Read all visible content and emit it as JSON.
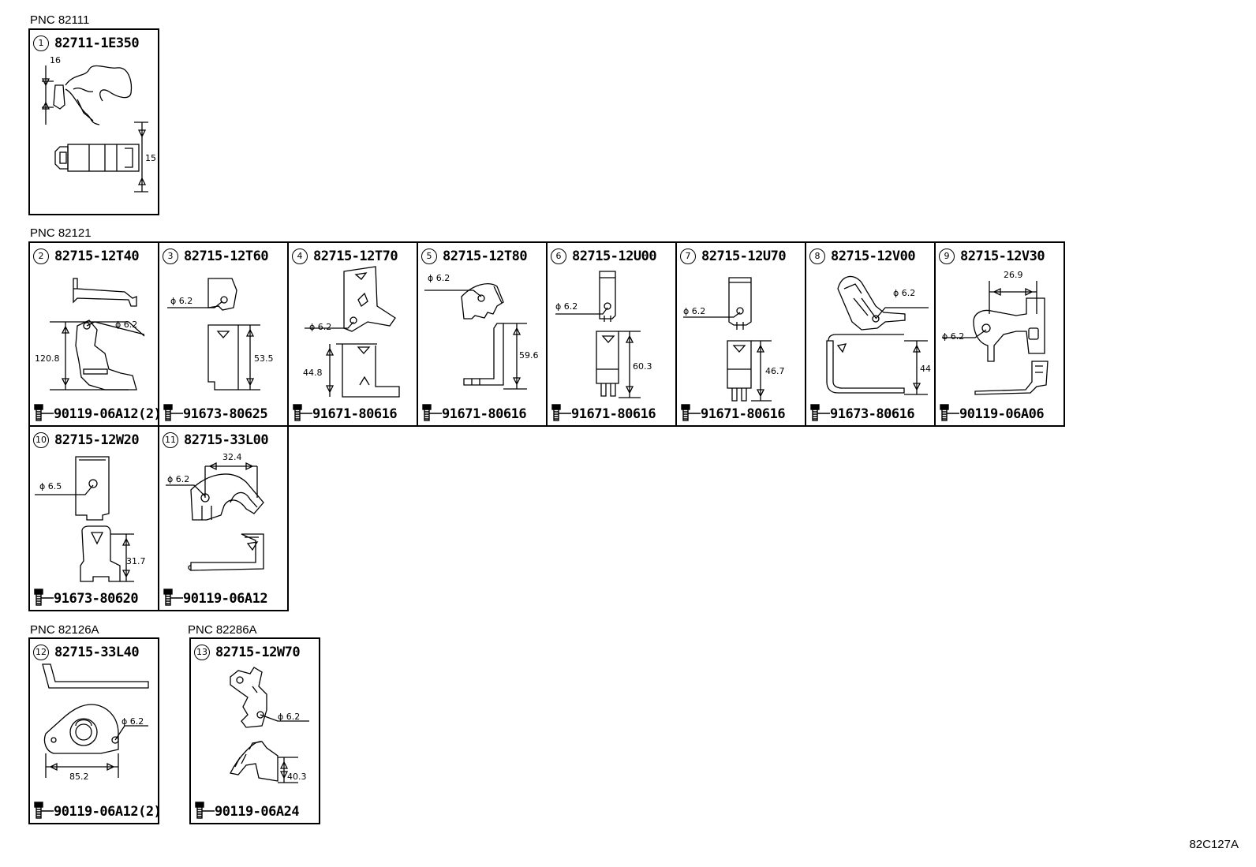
{
  "groups": [
    {
      "pnc": "PNC 82111"
    },
    {
      "pnc": "PNC 82121"
    },
    {
      "pnc": "PNC 82126A"
    },
    {
      "pnc": "PNC 82286A"
    }
  ],
  "panels": [
    {
      "num": "1",
      "part": "82711-1E350",
      "bolt": "",
      "dims": [
        "16",
        "15"
      ]
    },
    {
      "num": "2",
      "part": "82715-12T40",
      "bolt": "90119-06A12(2)",
      "dims": [
        "ϕ 6.2",
        "120.8"
      ]
    },
    {
      "num": "3",
      "part": "82715-12T60",
      "bolt": "91673-80625",
      "dims": [
        "ϕ 6.2",
        "53.5"
      ]
    },
    {
      "num": "4",
      "part": "82715-12T70",
      "bolt": "91671-80616",
      "dims": [
        "ϕ 6.2",
        "44.8"
      ]
    },
    {
      "num": "5",
      "part": "82715-12T80",
      "bolt": "91671-80616",
      "dims": [
        "ϕ 6.2",
        "59.6"
      ]
    },
    {
      "num": "6",
      "part": "82715-12U00",
      "bolt": "91671-80616",
      "dims": [
        "ϕ 6.2",
        "60.3"
      ]
    },
    {
      "num": "7",
      "part": "82715-12U70",
      "bolt": "91671-80616",
      "dims": [
        "ϕ 6.2",
        "46.7"
      ]
    },
    {
      "num": "8",
      "part": "82715-12V00",
      "bolt": "91673-80616",
      "dims": [
        "ϕ 6.2",
        "44"
      ]
    },
    {
      "num": "9",
      "part": "82715-12V30",
      "bolt": "90119-06A06",
      "dims": [
        "26.9",
        "ϕ 6.2"
      ]
    },
    {
      "num": "10",
      "part": "82715-12W20",
      "bolt": "91673-80620",
      "dims": [
        "ϕ 6.5",
        "31.7"
      ]
    },
    {
      "num": "11",
      "part": "82715-33L00",
      "bolt": "90119-06A12",
      "dims": [
        "32.4",
        "ϕ 6.2"
      ]
    },
    {
      "num": "12",
      "part": "82715-33L40",
      "bolt": "90119-06A12(2)",
      "dims": [
        "ϕ 6.2",
        "85.2"
      ]
    },
    {
      "num": "13",
      "part": "82715-12W70",
      "bolt": "90119-06A24",
      "dims": [
        "ϕ 6.2",
        "40.3"
      ]
    }
  ],
  "figure_code": "82C127A"
}
